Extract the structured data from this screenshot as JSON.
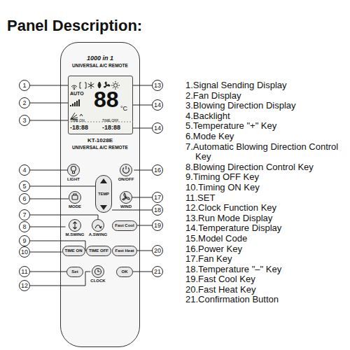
{
  "diagram": {
    "title": "Panel Description:",
    "nodes": [
      {
        "text": [
          "1000 in 1",
          "UNIVERSAL A/C REMOTE",
          "KT-1028E",
          "UNIVERSAL A/C REMOTE"
        ]
      },
      {
        "text": [
          "AUTO",
          "88",
          "°C",
          "TIME ON",
          "-18:88",
          "TIME OFF",
          "-18:88"
        ],
        "in": 0
      },
      {
        "text": [
          "LIGHT"
        ],
        "in": 0
      },
      {
        "text": [
          "ON/OFF"
        ],
        "in": 0
      },
      {
        "text": [
          "TEMP"
        ],
        "in": 0
      },
      {
        "text": [
          "MODE"
        ],
        "in": 0
      },
      {
        "text": [
          "WIND"
        ],
        "in": 0
      },
      {
        "text": [
          "M.SWING"
        ],
        "in": 0
      },
      {
        "text": [
          "A.SWING"
        ],
        "in": 0
      },
      {
        "text": [
          "Fast Cool"
        ],
        "in": 0
      },
      {
        "text": [
          "TIME ON"
        ],
        "in": 0
      },
      {
        "text": [
          "TIME OFF"
        ],
        "in": 0
      },
      {
        "text": [
          "Fast Heat"
        ],
        "in": 0
      },
      {
        "text": [
          "Set"
        ],
        "in": 0
      },
      {
        "text": [
          "CLOCK"
        ],
        "in": 0
      },
      {
        "text": [
          "OK"
        ],
        "in": 0
      },
      {
        "text": [
          "1"
        ]
      },
      {
        "text": [
          "2"
        ]
      },
      {
        "text": [
          "3"
        ]
      },
      {
        "text": [
          "4"
        ]
      },
      {
        "text": [
          "5"
        ]
      },
      {
        "text": [
          "6"
        ]
      },
      {
        "text": [
          "7"
        ]
      },
      {
        "text": [
          "8"
        ]
      },
      {
        "text": [
          "9"
        ]
      },
      {
        "text": [
          "10"
        ]
      },
      {
        "text": [
          "11"
        ]
      },
      {
        "text": [
          "12"
        ]
      },
      {
        "text": [
          "13"
        ]
      },
      {
        "text": [
          "14"
        ]
      },
      {
        "text": [
          "14"
        ]
      },
      {
        "text": [
          "16"
        ]
      },
      {
        "text": [
          "17"
        ]
      },
      {
        "text": [
          "18"
        ]
      },
      {
        "text": [
          "19"
        ]
      },
      {
        "text": [
          "20"
        ]
      },
      {
        "text": [
          "21"
        ]
      }
    ],
    "edges": [
      {
        "from": 16,
        "to": 1,
        "arrow": "none"
      },
      {
        "from": 17,
        "to": 1,
        "arrow": "none"
      },
      {
        "from": 18,
        "to": 1,
        "arrow": "none"
      },
      {
        "from": 19,
        "to": 2,
        "arrow": "none"
      },
      {
        "from": 20,
        "to": 4,
        "arrow": "none"
      },
      {
        "from": 21,
        "to": 5,
        "arrow": "none"
      },
      {
        "from": 22,
        "to": 8,
        "arrow": "none"
      },
      {
        "from": 23,
        "to": 7,
        "arrow": "none"
      },
      {
        "from": 24,
        "to": 11,
        "arrow": "none"
      },
      {
        "from": 25,
        "to": 10,
        "arrow": "none"
      },
      {
        "from": 26,
        "to": 13,
        "arrow": "none"
      },
      {
        "from": 27,
        "to": 14,
        "arrow": "none"
      },
      {
        "from": 28,
        "to": 1,
        "arrow": "none"
      },
      {
        "from": 29,
        "to": 1,
        "arrow": "none"
      },
      {
        "from": 30,
        "to": 1,
        "arrow": "none"
      },
      {
        "from": 31,
        "to": 3,
        "arrow": "none"
      },
      {
        "from": 32,
        "to": 6,
        "arrow": "none"
      },
      {
        "from": 33,
        "to": 4,
        "arrow": "none"
      },
      {
        "from": 34,
        "to": 9,
        "arrow": "none"
      },
      {
        "from": 35,
        "to": 12,
        "arrow": "none"
      },
      {
        "from": 36,
        "to": 15,
        "arrow": "none"
      }
    ],
    "labels": [
      "1.Signal Sending Display",
      "2.Fan Display",
      "3.Blowing Direction Display",
      "4.Backlight",
      "5.Temperature \"+\" Key",
      "6.Mode Key",
      "7.Automatic Blowing Direction Control Key",
      "8.Blowing Direction Control Key",
      "9.Timing OFF Key",
      "10.Timing ON Key",
      "11.SET",
      "12.Clock Function Key",
      "13.Run Mode Display",
      "14.Temperature Display",
      "15.Model Code",
      "16.Power Key",
      "17.Fan Key",
      "18.Temperature \"–\" Key",
      "19.Fast Cool Key",
      "20.Fast Heat Key",
      "21.Confirmation Button"
    ]
  }
}
